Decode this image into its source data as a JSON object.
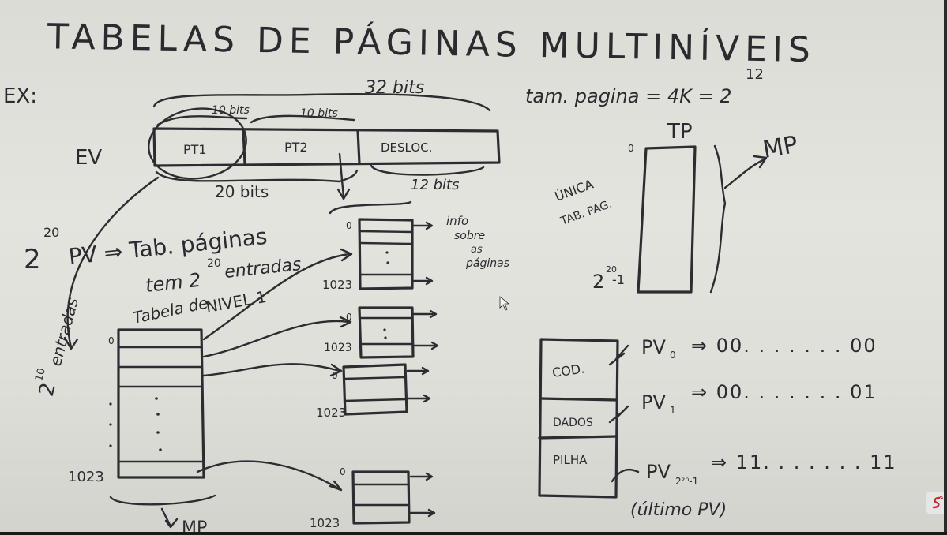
{
  "board": {
    "title": "TABELAS DE PÁGINAS MULTINÍVEIS",
    "example_label": "EX:",
    "virtual_address": {
      "label": "EV",
      "total_bits": "32 bits",
      "field_bits_1": "10 bits",
      "field_bits_2": "10 bits",
      "fields": [
        "PT1",
        "PT2",
        "DESLOC."
      ],
      "page_bits": "20 bits",
      "offset_bits": "12 bits"
    },
    "page_size": "tam. pagina = 4K = 2",
    "page_size_exp": "12",
    "vp_count_line1": "2",
    "vp_count_exp": "20",
    "vp_count_line1_rest": "PV ⇒ Tab. páginas",
    "vp_count_line2": "tem 2",
    "vp_count_line2_exp": "20",
    "vp_count_line2_rest": "entradas",
    "level1_label_1": "Tabela de",
    "level1_label_2": "NIVEL 1",
    "entries_label": "2",
    "entries_exp": "10",
    "entries_word": "entradas",
    "index_zero": "0",
    "index_last": "1023",
    "info_label_1": "info",
    "info_label_2": "sobre",
    "info_label_3": "as",
    "info_label_4": "páginas",
    "mp_label": "MP",
    "tp_label": "TP",
    "single_table_1": "ÚNICA",
    "single_table_2": "TAB. PAG.",
    "tp_last_index": "2",
    "tp_last_index_exp": "20",
    "tp_last_index_rest": "-1",
    "segments": [
      "COD.",
      "DADOS",
      "PILHA"
    ],
    "vp_rows": [
      {
        "name": "PV",
        "sub": "0",
        "bits": "⇒ 00. . . . . . . 00"
      },
      {
        "name": "PV",
        "sub": "1",
        "bits": "⇒ 00. . . . . . . 01"
      },
      {
        "name": "PV",
        "sub": "2²⁰-1",
        "bits": "⇒ 11. . . . . . . 11"
      }
    ],
    "last_vp_note": "(último PV)"
  }
}
